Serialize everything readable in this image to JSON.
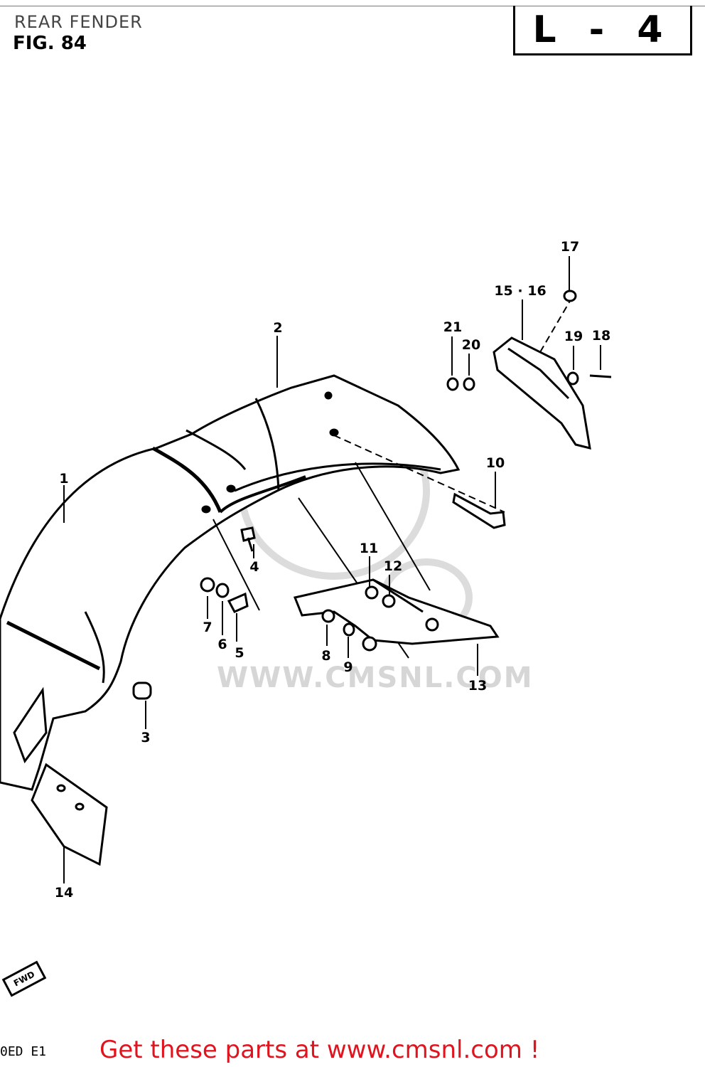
{
  "header": {
    "section_title": "REAR FENDER",
    "figure": "FIG. 84",
    "page_code": "L - 4"
  },
  "callouts": [
    "1",
    "2",
    "3",
    "4",
    "5",
    "6",
    "7",
    "8",
    "9",
    "10",
    "11",
    "12",
    "13",
    "14",
    "15 · 16",
    "17",
    "18",
    "19",
    "20",
    "21"
  ],
  "watermark": "WWW.CMSNL.COM",
  "fwd_tag": "FWD",
  "footer": {
    "model_code": "0ED E1",
    "promo": "Get these parts at www.cmsnl.com !"
  },
  "colors": {
    "promo": "#e0141e",
    "watermark": "#d6d6d6",
    "line": "#000000"
  }
}
